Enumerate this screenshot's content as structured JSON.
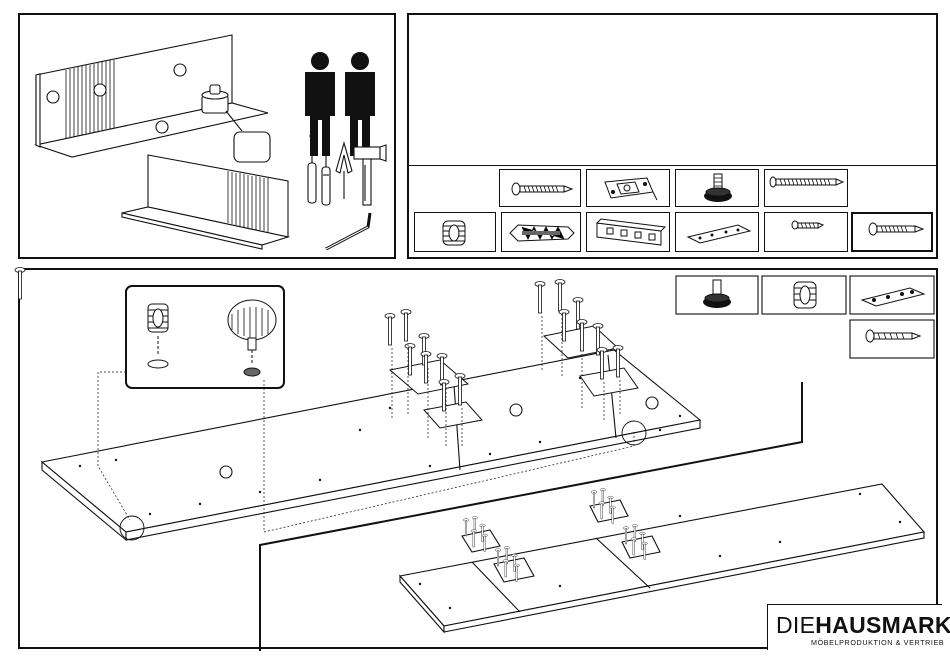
{
  "brand": {
    "prefix": "DIE",
    "name": "HAUSMARKE",
    "tagline": "MÖBELPRODUKTION & VERTRIEB"
  },
  "panels": {
    "overview": {
      "people_count": 2,
      "tools": [
        "phillips-screwdriver-icon",
        "flat-screwdriver-icon",
        "awl-icon",
        "hammer-icon",
        "allen-key-icon"
      ]
    },
    "hardware": {
      "row1": [
        "wood-screw-icon",
        "connector-fitting-icon",
        "adjustable-foot-icon",
        "long-wood-screw-icon"
      ],
      "row2": [
        "threaded-insert-icon",
        "wall-plug-icon",
        "mounting-bracket-icon",
        "connector-plate-icon",
        "short-screw-icon",
        "flat-head-screw-icon"
      ]
    },
    "assembly": {
      "parts": [
        "adjustable-foot-icon",
        "threaded-insert-icon",
        "connector-plate-icon",
        "flat-head-screw-icon"
      ]
    }
  }
}
